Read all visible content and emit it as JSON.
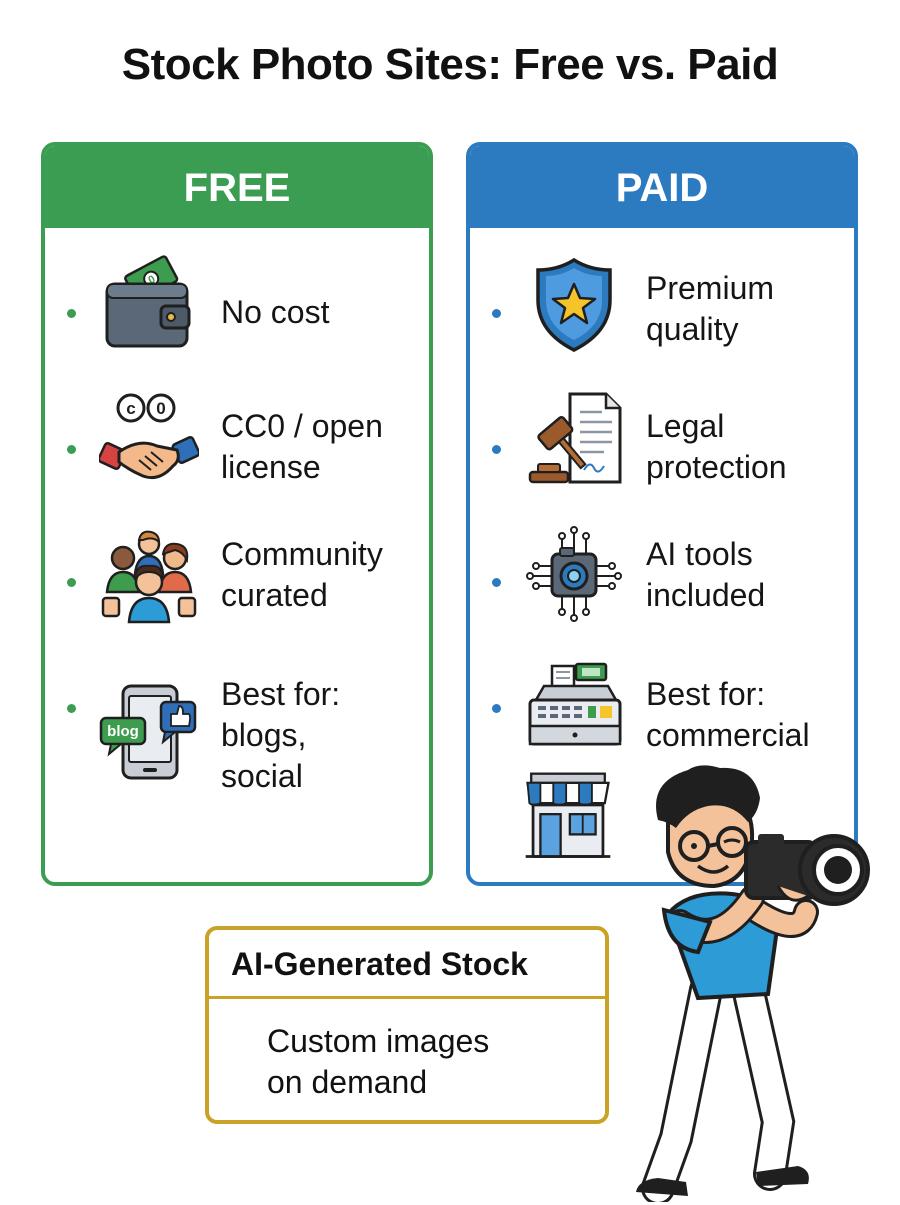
{
  "title": "Stock Photo Sites: Free vs. Paid",
  "free": {
    "header": "FREE",
    "color": "#3a9d52",
    "items": [
      {
        "icon": "wallet-icon",
        "label": "No cost"
      },
      {
        "icon": "handshake-icon",
        "label": "CC0 / open\nlicense",
        "badge": "©0"
      },
      {
        "icon": "community-icon",
        "label": "Community\ncurated"
      },
      {
        "icon": "phone-blog-icon",
        "label": "Best for:\nblogs,\nsocial",
        "tag": "blog"
      }
    ]
  },
  "paid": {
    "header": "PAID",
    "color": "#2c7bc1",
    "items": [
      {
        "icon": "shield-star-icon",
        "label": "Premium\nquality"
      },
      {
        "icon": "gavel-contract-icon",
        "label": "Legal\nprotection"
      },
      {
        "icon": "ai-camera-icon",
        "label": "AI tools\nincluded"
      },
      {
        "icon": "cash-register-icon",
        "label": "Best for:\ncommercial"
      }
    ],
    "extra_icon": "storefront-icon"
  },
  "ai_stock": {
    "title": "AI-Generated Stock",
    "text": "Custom images\non demand",
    "color": "#c9a227"
  },
  "illustration": "photographer-icon"
}
